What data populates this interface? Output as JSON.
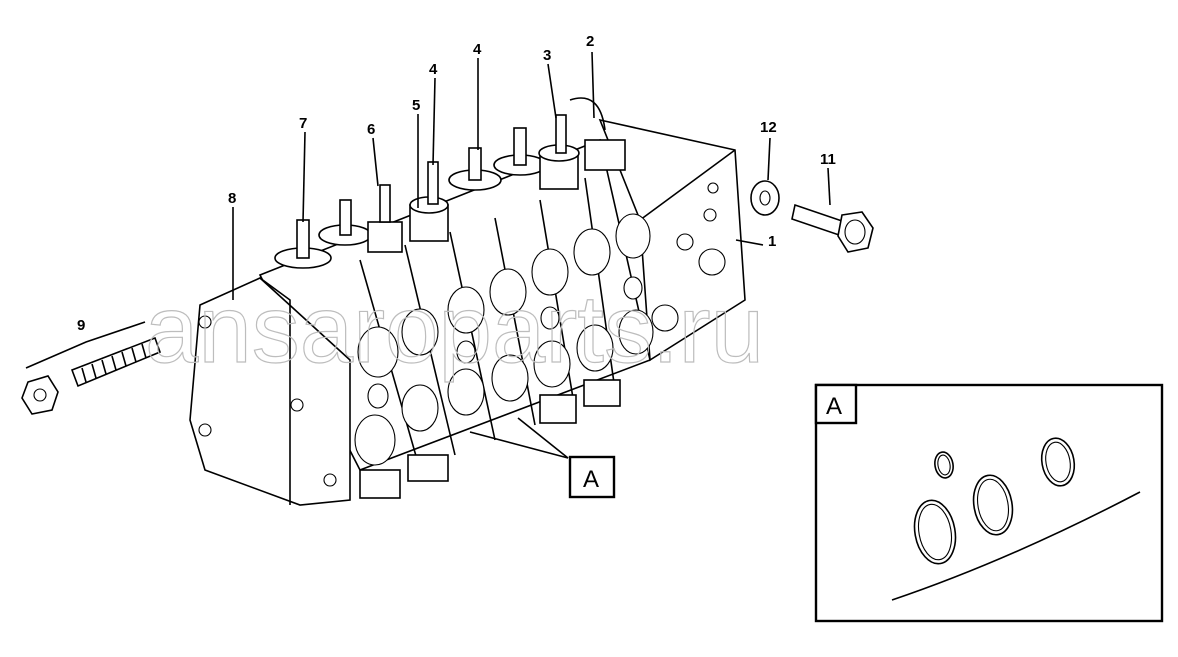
{
  "watermark": "ansaroparts.ru",
  "callouts": [
    {
      "id": "c1",
      "label": "1"
    },
    {
      "id": "c2",
      "label": "2"
    },
    {
      "id": "c3",
      "label": "3"
    },
    {
      "id": "c4a",
      "label": "4"
    },
    {
      "id": "c4b",
      "label": "4"
    },
    {
      "id": "c5",
      "label": "5"
    },
    {
      "id": "c6",
      "label": "6"
    },
    {
      "id": "c7",
      "label": "7"
    },
    {
      "id": "c8",
      "label": "8"
    },
    {
      "id": "c9",
      "label": "9"
    },
    {
      "id": "c10",
      "label": "10"
    },
    {
      "id": "c11",
      "label": "11"
    },
    {
      "id": "c12",
      "label": "12"
    }
  ],
  "detail_reference": "A",
  "detail_box_label": "A"
}
